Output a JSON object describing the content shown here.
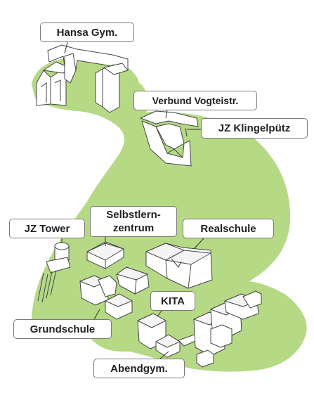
{
  "colors": {
    "green_area": "#b5d985",
    "label_border": "#7a7a7a",
    "text": "#222222"
  },
  "labels": {
    "hansa": "Hansa Gym.",
    "verbund": "Verbund Vogteistr.",
    "jz_klingelputz": "JZ Klingelpütz",
    "selbstlern_line1": "Selbstlern-",
    "selbstlern_line2": "zentrum",
    "jz_tower": "JZ Tower",
    "realschule": "Realschule",
    "kita": "KITA",
    "grundschule": "Grundschule",
    "abendgym": "Abendgym."
  }
}
